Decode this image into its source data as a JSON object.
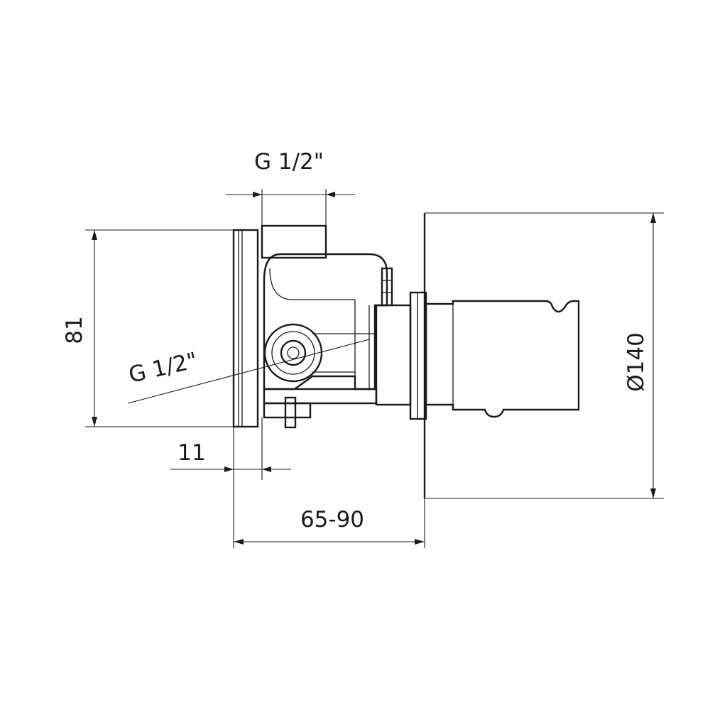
{
  "drawing": {
    "line_color": "#1a1a1a",
    "background": "#ffffff",
    "dimensions": {
      "top_inlet": "G 1/2\"",
      "side_inlet": "G 1/2\"",
      "height": "81",
      "plate_diameter": "Ø140",
      "wall_thickness": "11",
      "installation_depth": "65-90"
    }
  }
}
